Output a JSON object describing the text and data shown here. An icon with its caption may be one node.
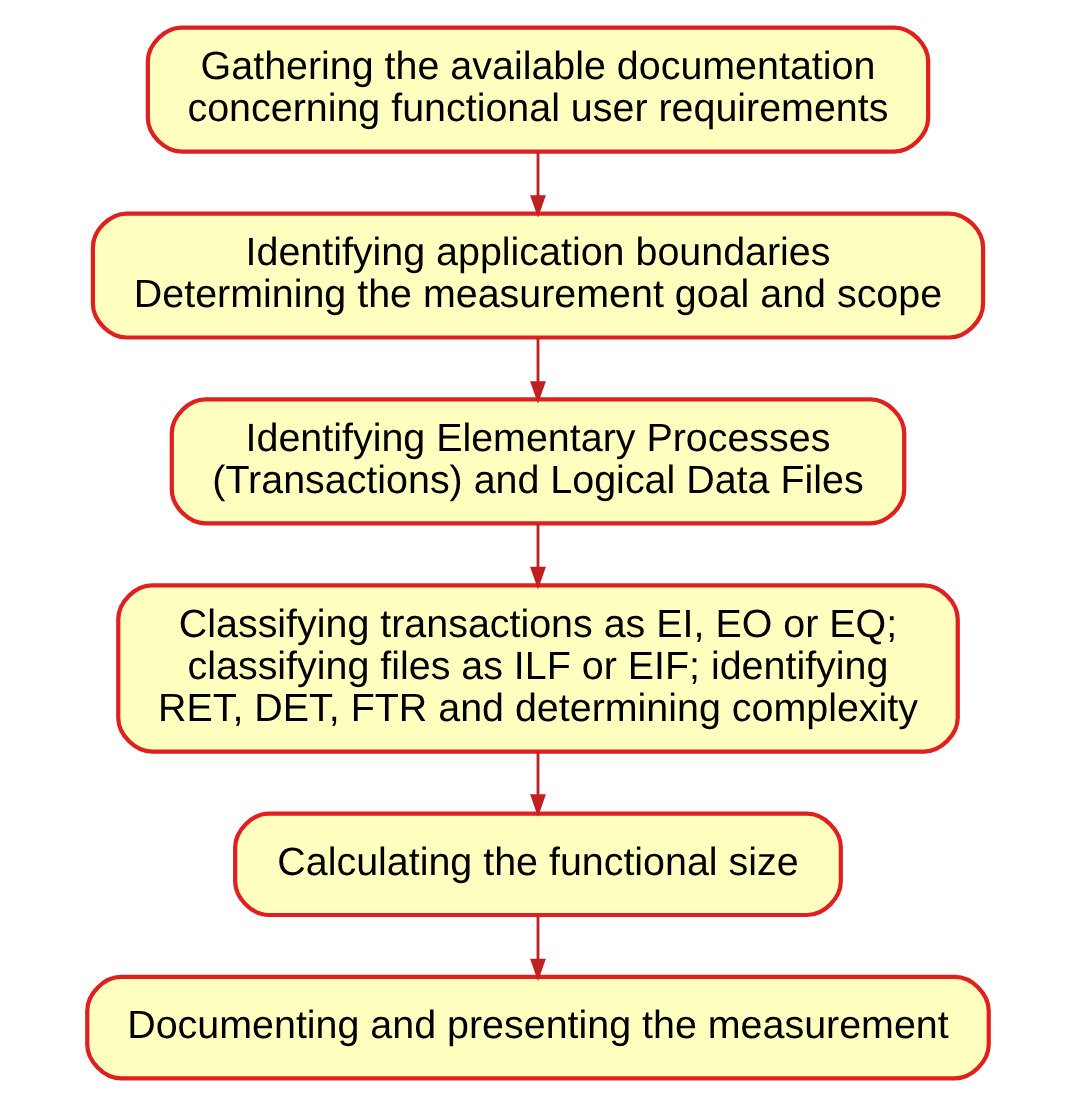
{
  "diagram": {
    "nodes": [
      {
        "text": [
          "Gathering the available documentation concerning functional user requirements"
        ]
      },
      {
        "text": [
          "Identifying application boundaries",
          "Determining the measurement goal and scope"
        ]
      },
      {
        "text": [
          "Identifying Elementary Processes (Transactions) and Logical Data Files"
        ]
      },
      {
        "text": [
          "Classifying transactions as EI, EO or EQ; classifying files as ILF or EIF; identifying RET, DET, FTR and determining complexity"
        ]
      },
      {
        "text": [
          "Calculating the functional size"
        ]
      },
      {
        "text": [
          "Documenting and presenting the measurement"
        ]
      }
    ],
    "edges": [
      {
        "from": 0,
        "to": 1,
        "arrow": "to"
      },
      {
        "from": 1,
        "to": 2,
        "arrow": "to"
      },
      {
        "from": 2,
        "to": 3,
        "arrow": "to"
      },
      {
        "from": 3,
        "to": 4,
        "arrow": "to"
      },
      {
        "from": 4,
        "to": 5,
        "arrow": "to"
      }
    ]
  }
}
